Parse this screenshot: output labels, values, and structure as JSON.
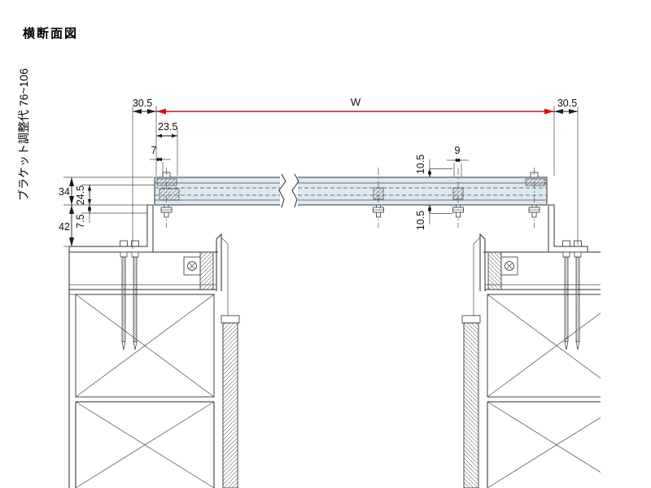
{
  "title": "横断面図",
  "side_label": "ブラケット調整代 76~106",
  "dims": {
    "w": "W",
    "left_offset": "30.5",
    "right_offset": "30.5",
    "inset": "23.5",
    "lip": "7",
    "rail_height": "34",
    "rail_inner": "24.5",
    "step": "7.5",
    "bracket_drop": "42",
    "top_gap": "10.5",
    "bolt_width": "9",
    "bottom_gap": "10.5"
  },
  "colors": {
    "dim_red": "#e60012",
    "line": "#2a2a2a",
    "track_fill": "#dce9f1"
  }
}
